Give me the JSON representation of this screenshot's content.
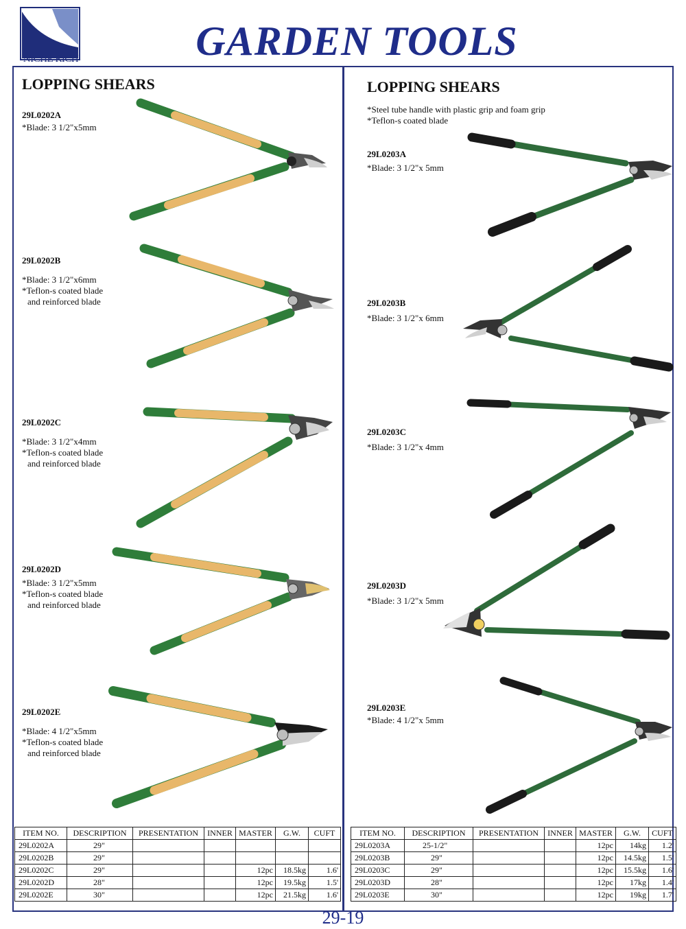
{
  "header": {
    "brand": "NICHE RICH",
    "title": "GARDEN TOOLS",
    "brand_color": "#1f2d8a"
  },
  "left": {
    "section_title": "LOPPING SHEARS",
    "items": [
      {
        "code": "29L0202A",
        "specs": [
          "*Blade: 3 1/2\"x5mm"
        ]
      },
      {
        "code": "29L0202B",
        "specs": [
          "*Blade: 3 1/2\"x6mm",
          "*Teflon-s coated blade",
          "and reinforced blade"
        ]
      },
      {
        "code": "29L0202C",
        "specs": [
          "*Blade: 3 1/2\"x4mm",
          "*Teflon-s coated blade",
          "and reinforced blade"
        ]
      },
      {
        "code": "29L0202D",
        "specs": [
          "*Blade: 3 1/2\"x5mm",
          "*Teflon-s coated blade",
          "and reinforced blade"
        ]
      },
      {
        "code": "29L0202E",
        "specs": [
          "*Blade: 4 1/2\"x5mm",
          "*Teflon-s coated blade",
          "and reinforced blade"
        ]
      }
    ],
    "table": {
      "headers": [
        "ITEM NO.",
        "DESCRIPTION",
        "PRESENTATION",
        "INNER",
        "MASTER",
        "G.W.",
        "CUFT"
      ],
      "rows": [
        [
          "29L0202A",
          "29\"",
          "",
          "",
          "",
          "",
          ""
        ],
        [
          "29L0202B",
          "29\"",
          "",
          "",
          "",
          "",
          ""
        ],
        [
          "29L0202C",
          "29\"",
          "",
          "",
          "12pc",
          "18.5kg",
          "1.6'"
        ],
        [
          "29L0202D",
          "28\"",
          "",
          "",
          "12pc",
          "19.5kg",
          "1.5'"
        ],
        [
          "29L0202E",
          "30\"",
          "",
          "",
          "12pc",
          "21.5kg",
          "1.6'"
        ]
      ]
    }
  },
  "right": {
    "section_title": "LOPPING SHEARS",
    "features": [
      "*Steel tube handle with plastic grip and foam grip",
      "*Teflon-s coated blade"
    ],
    "items": [
      {
        "code": "29L0203A",
        "specs": [
          "*Blade: 3 1/2\"x 5mm"
        ]
      },
      {
        "code": "29L0203B",
        "specs": [
          "*Blade: 3 1/2\"x 6mm"
        ]
      },
      {
        "code": "29L0203C",
        "specs": [
          "*Blade: 3 1/2\"x 4mm"
        ]
      },
      {
        "code": "29L0203D",
        "specs": [
          "*Blade: 3 1/2\"x 5mm"
        ]
      },
      {
        "code": "29L0203E",
        "specs": [
          "*Blade: 4 1/2\"x 5mm"
        ]
      }
    ],
    "table": {
      "headers": [
        "ITEM NO.",
        "DESCRIPTION",
        "PRESENTATION",
        "INNER",
        "MASTER",
        "G.W.",
        "CUFT"
      ],
      "rows": [
        [
          "29L0203A",
          "25-1/2\"",
          "",
          "",
          "12pc",
          "14kg",
          "1.2'"
        ],
        [
          "29L0203B",
          "29\"",
          "",
          "",
          "12pc",
          "14.5kg",
          "1.5'"
        ],
        [
          "29L0203C",
          "29\"",
          "",
          "",
          "12pc",
          "15.5kg",
          "1.6'"
        ],
        [
          "29L0203D",
          "28\"",
          "",
          "",
          "12pc",
          "17kg",
          "1.4'"
        ],
        [
          "29L0203E",
          "30\"",
          "",
          "",
          "12pc",
          "19kg",
          "1.7'"
        ]
      ]
    }
  },
  "footer": {
    "page_number": "29-19"
  },
  "colors": {
    "wood": "#e8b76a",
    "green_grip": "#2f7d3a",
    "dark_green": "#2e6b3a",
    "black_grip": "#1a1a1a",
    "frame": "#28337e"
  }
}
